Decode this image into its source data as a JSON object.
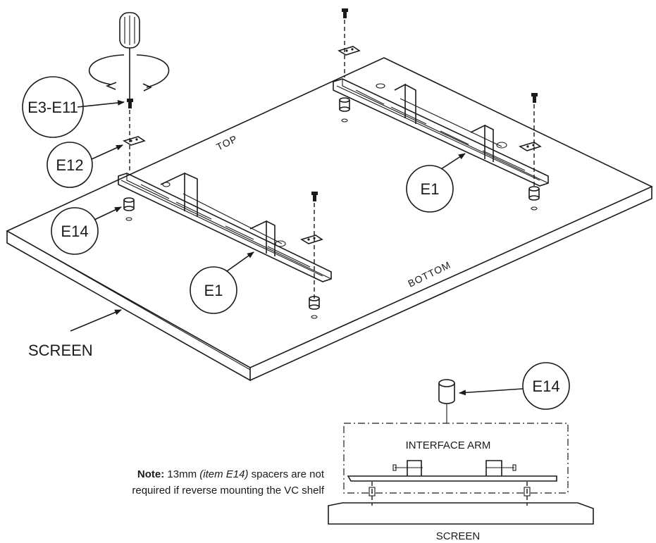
{
  "labels": {
    "top": "TOP",
    "bottom": "BOTTOM",
    "screen_main": "SCREEN",
    "screen_detail": "SCREEN",
    "interface_arm": "INTERFACE ARM"
  },
  "callouts": {
    "screw": "E3-E11",
    "washer": "E12",
    "spacer_left": "E14",
    "bracket_left": "E1",
    "bracket_right": "E1",
    "spacer_detail": "E14"
  },
  "note": {
    "bold": "Note:",
    "size": " 13mm ",
    "item": "(item E14)",
    "rest1": " spacers are not",
    "line2": "required if reverse mounting the VC shelf"
  }
}
